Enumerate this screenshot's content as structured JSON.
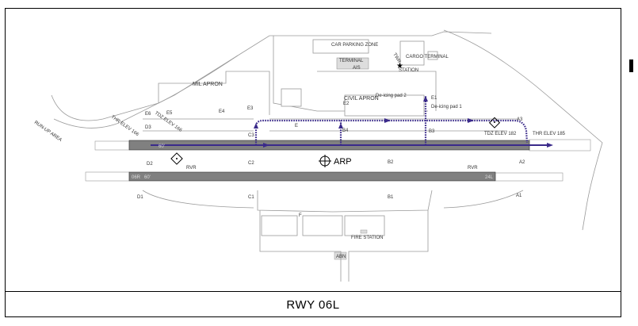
{
  "caption": "RWY  06L",
  "areas": {
    "car_parking": "CAR PARKING ZONE",
    "terminal": "TERMINAL",
    "ais": "AIS",
    "twr": "TWR",
    "station": "STATION",
    "cargo_terminal": "CARGO TERMINAL",
    "mil_apron": "MIL APRON",
    "civil_apron": "CIVIL APRON",
    "deicing_pad_2": "De-icing pad 2",
    "deicing_pad_1": "De-icing pad 1",
    "fire_station": "FIRE STATION",
    "abn": "ABN",
    "arp": "ARP",
    "run_up_area": "RUN-UP AREA"
  },
  "elevations": {
    "thr_left": "THR ELEV 166",
    "tdz_left": "TDZ ELEV 166",
    "tdz_right": "TDZ ELEV 182",
    "thr_right": "THR ELEV 185"
  },
  "taxiways": [
    "E6",
    "E5",
    "E4",
    "E3",
    "E2",
    "E1",
    "D3",
    "D2",
    "D1",
    "C3",
    "C2",
    "C1",
    "B4",
    "B3",
    "B2",
    "B1",
    "A3",
    "A2",
    "A1",
    "E",
    "F"
  ],
  "runway_marks": {
    "rwy_06l_width": "60'",
    "rwy_06r_width": "60'",
    "rwy_06r_designator": "06R",
    "rwy_24l_designator": "24L",
    "rvr": "RVR"
  },
  "colors": {
    "route": "#3a2a8a",
    "runway": "#808080"
  }
}
